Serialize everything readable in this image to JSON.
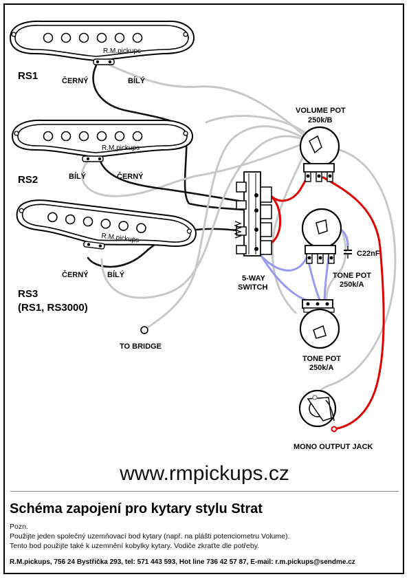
{
  "pickups": [
    {
      "name": "RS1",
      "brand": "R.M.pickups",
      "lead_left": "ČERNÝ",
      "lead_right": "BÍLÝ"
    },
    {
      "name": "RS2",
      "brand": "R.M.pickups",
      "lead_left": "BÍLÝ",
      "lead_right": "ČERNÝ"
    },
    {
      "name": "RS3",
      "subtitle": "(RS1, RS3000)",
      "brand": "R.M.pickups",
      "lead_left": "ČERNÝ",
      "lead_right": "BÍLÝ"
    }
  ],
  "components": {
    "volume_pot": {
      "label": "VOLUME POT",
      "value": "250k/B"
    },
    "tone_pot_1": {
      "label": "TONE POT",
      "value": "250k/A"
    },
    "tone_pot_2": {
      "label": "TONE POT",
      "value": "250k/A"
    },
    "capacitor": {
      "label": "C22nF"
    },
    "switch": {
      "label_line1": "5-WAY",
      "label_line2": "SWITCH"
    },
    "bridge": {
      "label": "TO BRIDGE"
    },
    "jack": {
      "label": "MONO OUTPUT JACK"
    }
  },
  "colors": {
    "hot": "#e00000",
    "wire_white": "#c8c8c8",
    "wire_black": "#111111",
    "wire_blue": "#9999ee"
  },
  "footer": {
    "url": "www.rmpickups.cz",
    "title": "Schéma zapojení pro kytary stylu Strat",
    "note_label": "Pozn.",
    "note_line1": "Použijte jeden společný uzemňovací bod kytary (např. na plášti potenciometru Volume).",
    "note_line2": "Tento bod použijte také k uzemnění kobylky kytary. Vodiče  zkraťte dle potřeby.",
    "contact": "R.M.pickups, 756 24 Bystřička 293, tel: 571 443 593, Hot line 736 42 57 87, E-mail: r.m.pickups@sendme.cz"
  }
}
